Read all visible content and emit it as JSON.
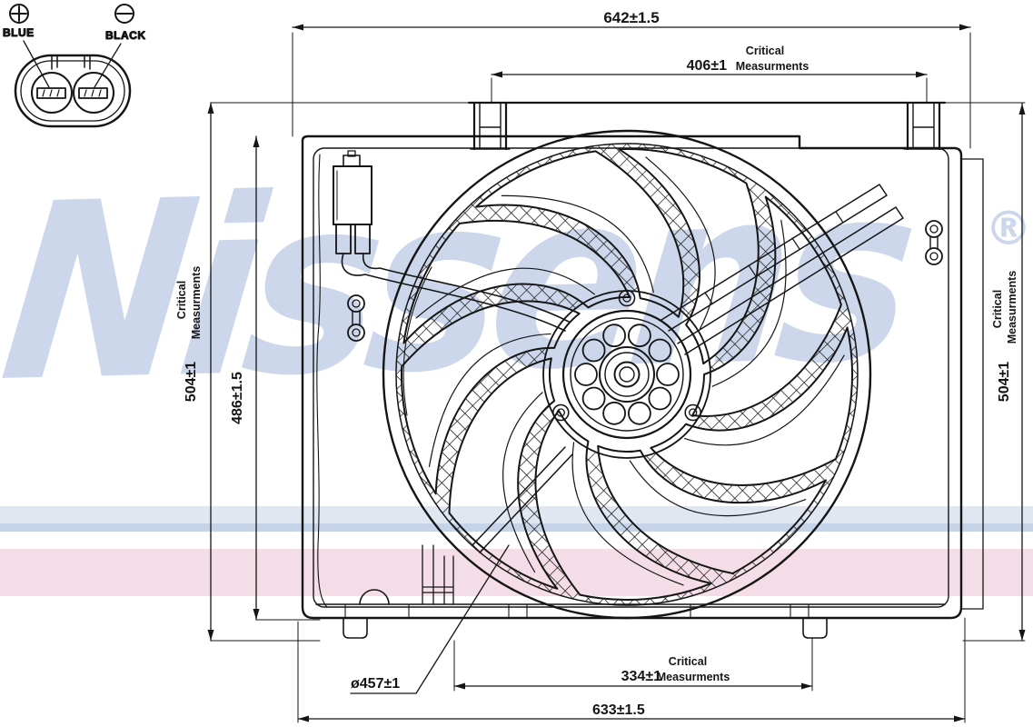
{
  "watermark": {
    "brand": "Nissens",
    "registered": "®"
  },
  "connector_legend": {
    "positive": "BLUE",
    "negative": "BLACK"
  },
  "critical_note": {
    "line1": "Critical",
    "line2": "Measurments"
  },
  "dimensions": {
    "top_width": "642±1.5",
    "mount_width": "406±1",
    "left_height": "504±1",
    "shroud_height": "486±1.5",
    "right_height": "504±1",
    "fan_diameter": "ø457±1",
    "lower_mount_width": "334±1",
    "bottom_width": "633±1.5"
  },
  "colors": {
    "line": "#151515",
    "watermark": "#ccd7ec",
    "band_blue": "#e0e7f0",
    "band_blue_edge": "#c6d4e9",
    "band_pink": "#f4dde6"
  }
}
